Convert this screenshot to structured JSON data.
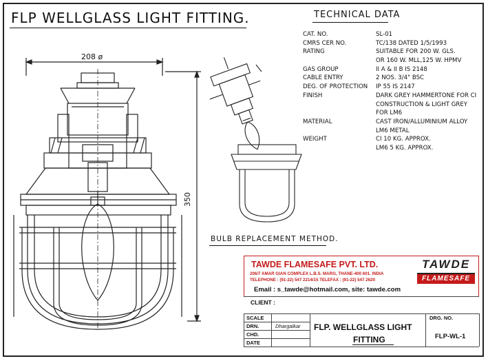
{
  "drawing": {
    "title": "FLP WELLGLASS LIGHT FITTING.",
    "dim_width": "208 ø",
    "dim_height": "350",
    "bulb_caption": "BULB REPLACEMENT METHOD."
  },
  "tech": {
    "heading": "TECHNICAL DATA",
    "rows": [
      {
        "k": "CAT. NO.",
        "v": "SL-01"
      },
      {
        "k": "CMRS CER NO.",
        "v": "TC/138 DATED 1/5/1993"
      },
      {
        "k": "RATING",
        "v": "SUITABLE FOR 200 W. GLS."
      },
      {
        "k": "",
        "v": "OR 160  W. MLL,125 W. HPMV"
      },
      {
        "k": "GAS GROUP",
        "v": "II A & II B    IS 2148"
      },
      {
        "k": "CABLE ENTRY",
        "v": "2 NOS. 3/4\"  BSC"
      },
      {
        "k": "DEG. OF PROTECTION",
        "v": "IP 55  IS 2147"
      },
      {
        "k": "FINISH",
        "v": "DARK GREY HAMMERTONE FOR CI"
      },
      {
        "k": "",
        "v": "CONSTRUCTION & LIGHT GREY"
      },
      {
        "k": "",
        "v": "FOR LM6"
      },
      {
        "k": "MATERIAL",
        "v": "CAST IRON/ALLUMINIUM ALLOY"
      },
      {
        "k": "",
        "v": "LM6 METAL"
      },
      {
        "k": "WEIGHT",
        "v": "CI 10 KG. APPROX."
      },
      {
        "k": "",
        "v": "LM6  5  KG. APPROX."
      }
    ]
  },
  "title_block": {
    "company": "TAWDE FLAMESAFE PVT. LTD.",
    "address": "206/7 AMAR GIAN COMPLEX L.B.S. MARG, THANE-400 601. INDIA",
    "telephone": "TELEPHONE : (91-22) 547 2214/15 TELEFAX : (91-22) 547 2620",
    "email": "Email : s_tawde@hotmail.com, site: tawde.com",
    "logo_top": "TAWDE",
    "logo_bottom": "FLAMESAFE",
    "client_label": "CLIENT :",
    "scale_label": "SCALE",
    "drn_label": "DRN.",
    "drn_value": "Dhargalkar",
    "chd_label": "CHD.",
    "date_label": "DATE",
    "drawing_title_1": "FLP. WELLGLASS LIGHT",
    "drawing_title_2": "FITTING",
    "drg_no_label": "DRG. NO.",
    "drg_no_value": "FLP-WL-1"
  },
  "colors": {
    "brand_red": "#c41a1a",
    "line": "#222222"
  }
}
